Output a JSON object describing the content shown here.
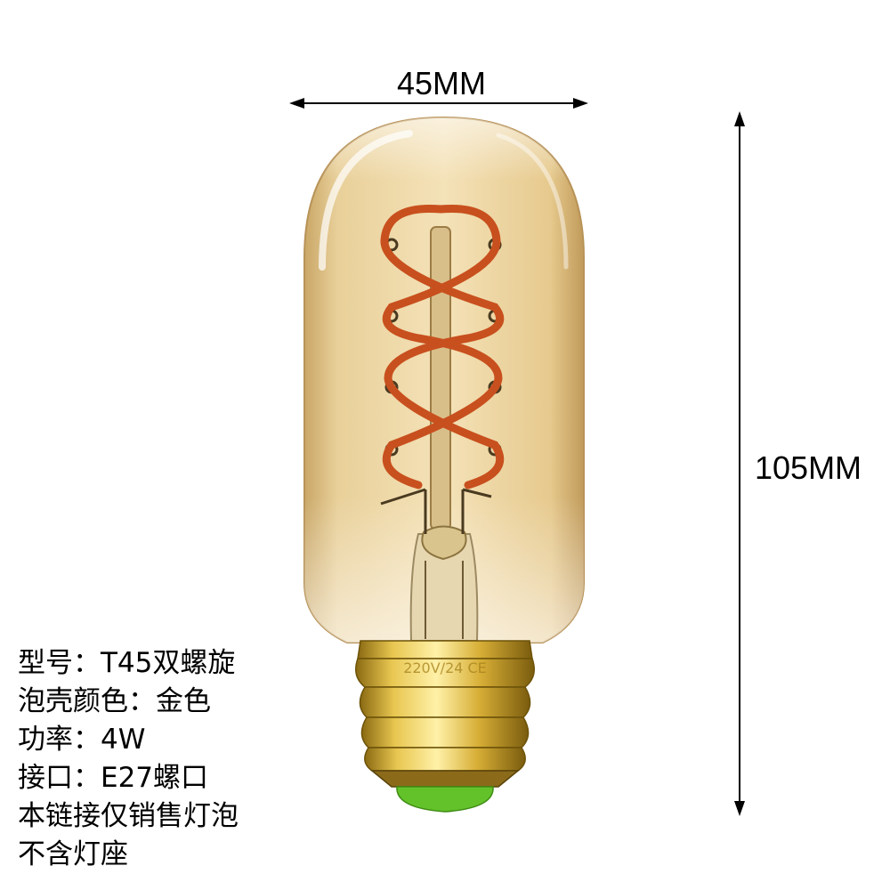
{
  "dimensions": {
    "width_label": "45MM",
    "height_label": "105MM"
  },
  "base_marking": "220V/24 CE",
  "specs": [
    "型号：T45双螺旋",
    "泡壳颜色：金色",
    "功率：4W",
    "接口：E27螺口",
    "本链接仅销售灯泡",
    "不含灯座"
  ],
  "colors": {
    "glass_amber": "#e8c98a",
    "filament": "#c8501e",
    "base_gold": "#c9a02a",
    "tip_green": "#63c22a",
    "dimension_line": "#000000"
  }
}
